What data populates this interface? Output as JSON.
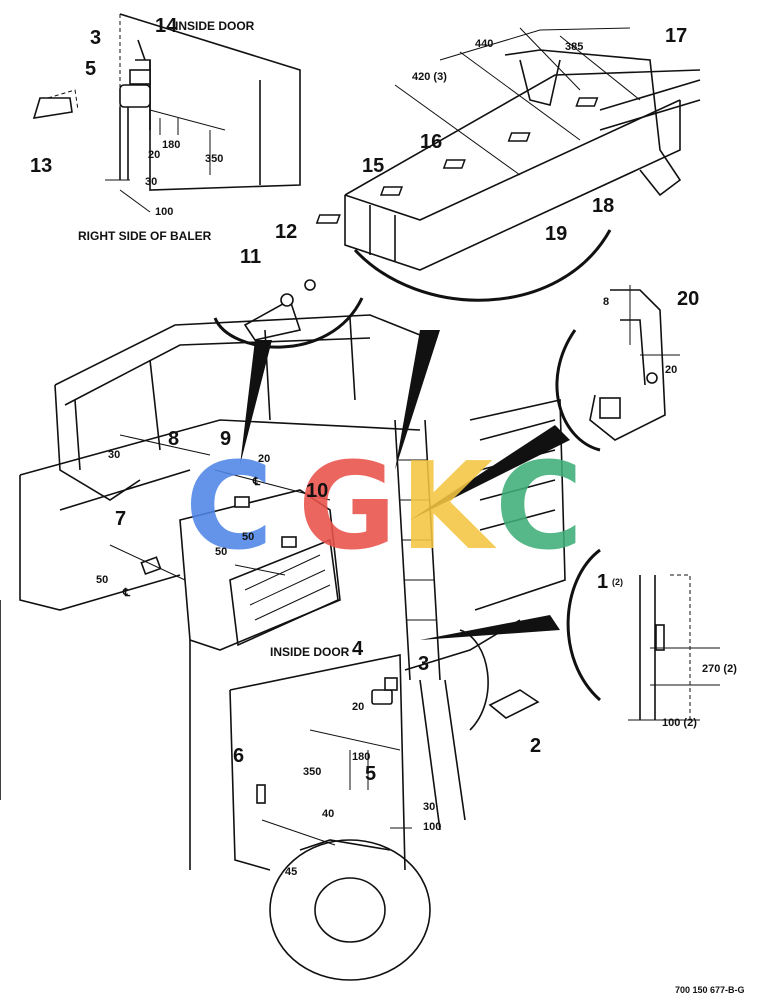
{
  "labels": {
    "inside_door_top": "INSIDE DOOR",
    "inside_door_bottom": "INSIDE DOOR",
    "right_side": "RIGHT SIDE OF BALER",
    "drawing_number": "700 150 677-B-G"
  },
  "callouts": {
    "c1": "1",
    "c1_qty": "(2)",
    "c2": "2",
    "c3a": "3",
    "c3b": "3",
    "c4": "4",
    "c5a": "5",
    "c5b": "5",
    "c6": "6",
    "c7": "7",
    "c8": "8",
    "c9": "9",
    "c10": "10",
    "c11": "11",
    "c12": "12",
    "c13": "13",
    "c14": "14",
    "c15": "15",
    "c16": "16",
    "c17": "17",
    "c18": "18",
    "c19": "19",
    "c20": "20"
  },
  "dimensions": {
    "d20_top": "20",
    "d180_top": "180",
    "d350_top": "350",
    "d30_top": "30",
    "d100_top": "100",
    "d440": "440",
    "d385": "385",
    "d420": "420 (3)",
    "d8": "8",
    "d20_right": "20",
    "d30_left": "30",
    "d20_mid": "20",
    "d50_a": "50",
    "d50_b": "50",
    "d50_c": "50",
    "d20_bot": "20",
    "d180_bot": "180",
    "d350_bot": "350",
    "d40": "40",
    "d45": "45",
    "d30_bot": "30",
    "d100_bot": "100",
    "d270": "270 (2)",
    "d100_right": "100 (2)",
    "cl_a": "℄",
    "cl_b": "℄"
  },
  "watermark": {
    "letters": [
      "C",
      "G",
      "K",
      "C"
    ],
    "colors": [
      "#4f86e8",
      "#e9524a",
      "#f4c542",
      "#3fae78"
    ]
  }
}
